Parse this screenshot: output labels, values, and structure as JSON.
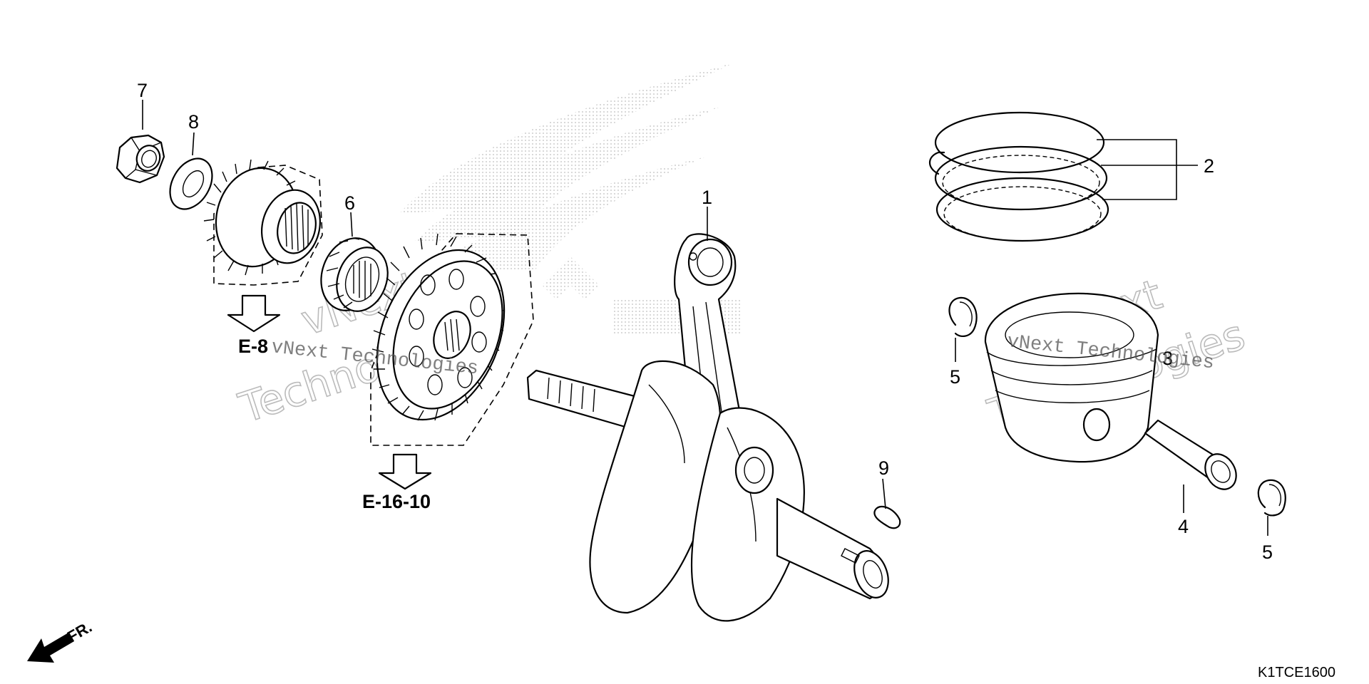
{
  "callouts": {
    "c1": "1",
    "c2": "2",
    "c3": "3",
    "c4": "4",
    "c5a": "5",
    "c5b": "5",
    "c6": "6",
    "c7": "7",
    "c8": "8",
    "c9": "9"
  },
  "references": {
    "ref_e8": "E-8",
    "ref_e16": "E-16-10"
  },
  "front_label": "FR.",
  "diagram_code": "K1TCE1600",
  "watermark": {
    "inline_1": "vNext Technologies",
    "inline_2": "vNext Technologies",
    "outline_1a": "vNext",
    "outline_1b": "Technologies",
    "outline_2a": "vNext",
    "outline_2b": "Technologies"
  },
  "colors": {
    "line": "#000000",
    "background": "#ffffff",
    "logo_dots": "#c8c8c8"
  }
}
